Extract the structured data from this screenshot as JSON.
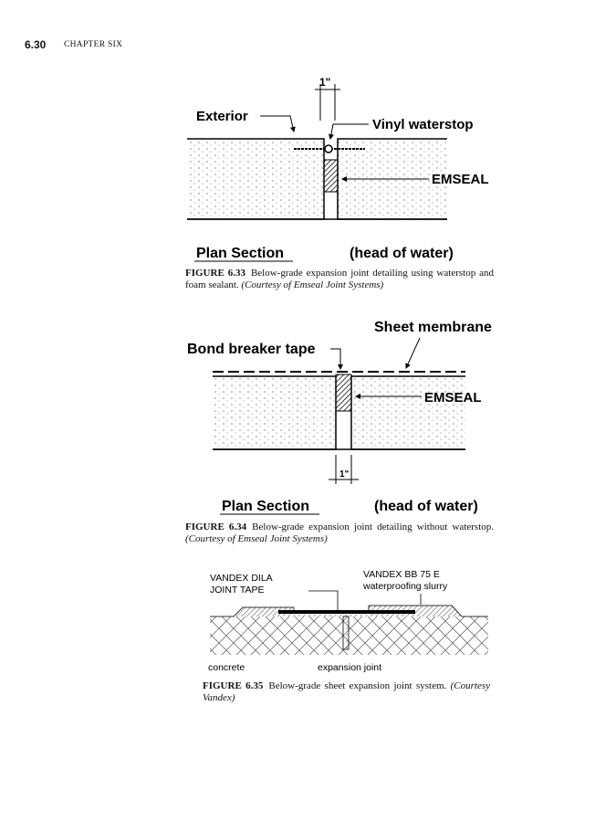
{
  "header": {
    "page_number": "6.30",
    "chapter": "CHAPTER SIX"
  },
  "figure_6_33": {
    "dimension": "1\"",
    "label_exterior": "Exterior",
    "label_waterstop": "Vinyl waterstop",
    "label_emseal": "EMSEAL",
    "plan_section": "Plan Section",
    "head_of_water": "(head of water)",
    "caption_number": "FIGURE 6.33",
    "caption_text": "Below-grade expansion joint detailing using waterstop and foam sealant.",
    "caption_courtesy": "(Courtesy of Emseal Joint Systems)"
  },
  "figure_6_34": {
    "label_sheet_membrane": "Sheet membrane",
    "label_bond_breaker": "Bond breaker tape",
    "label_emseal": "EMSEAL",
    "dimension": "1\"",
    "plan_section": "Plan Section",
    "head_of_water": "(head of water)",
    "caption_number": "FIGURE 6.34",
    "caption_text": "Below-grade expansion joint detailing without waterstop.",
    "caption_courtesy": "(Courtesy of Emseal Joint Systems)"
  },
  "figure_6_35": {
    "label_dila_1": "VANDEX DILA",
    "label_dila_2": "JOINT TAPE",
    "label_bb_1": "VANDEX BB 75 E",
    "label_bb_2": "waterproofing slurry",
    "label_concrete": "concrete",
    "label_expansion_joint": "expansion joint",
    "caption_number": "FIGURE 6.35",
    "caption_text": "Below-grade sheet expansion joint system.",
    "caption_courtesy": "(Courtesy Vandex)"
  }
}
